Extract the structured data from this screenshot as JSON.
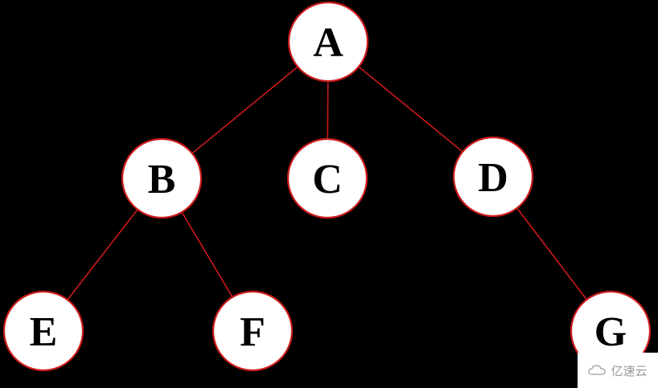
{
  "diagram": {
    "background": "#000000",
    "node_fill": "#ffffff",
    "node_stroke": "#cc1a1a",
    "edge_color": "#cc1a1a",
    "nodes": [
      {
        "id": "A",
        "label": "A"
      },
      {
        "id": "B",
        "label": "B"
      },
      {
        "id": "C",
        "label": "C"
      },
      {
        "id": "D",
        "label": "D"
      },
      {
        "id": "E",
        "label": "E"
      },
      {
        "id": "F",
        "label": "F"
      },
      {
        "id": "G",
        "label": "G"
      }
    ],
    "edges": [
      {
        "from": "A",
        "to": "B"
      },
      {
        "from": "A",
        "to": "C"
      },
      {
        "from": "A",
        "to": "D"
      },
      {
        "from": "B",
        "to": "E"
      },
      {
        "from": "B",
        "to": "F"
      },
      {
        "from": "D",
        "to": "G"
      }
    ]
  },
  "watermark": {
    "text": "亿速云",
    "icon": "cloud-icon"
  }
}
